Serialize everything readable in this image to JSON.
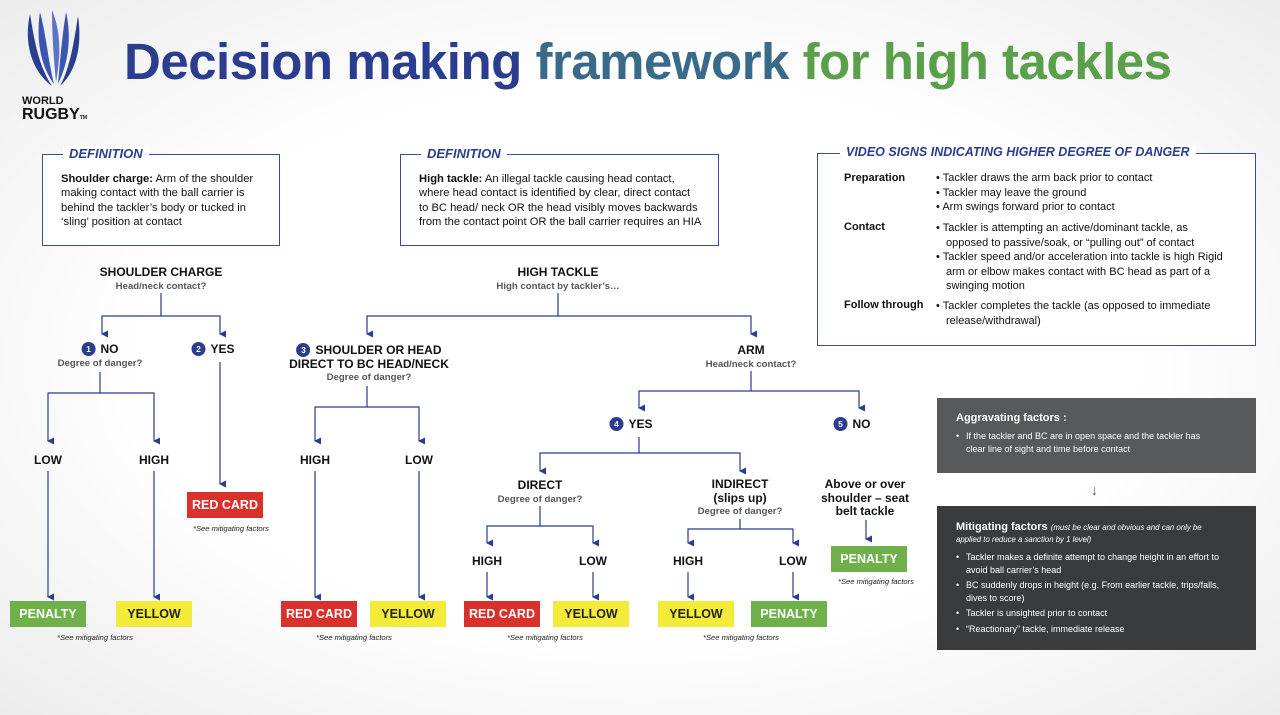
{
  "logo": {
    "line1": "WORLD",
    "line2": "RUGBY",
    "tm": "TM"
  },
  "title": {
    "part1": "Decision making",
    "part2": "framework",
    "part3": "for high tackles"
  },
  "def_left": {
    "heading": "DEFINITION",
    "term": "Shoulder charge:",
    "lines": [
      "Arm of the shoulder",
      "making contact with the ball carrier is",
      "behind the tackler’s  body or tucked in",
      "‘sling’ position at contact"
    ]
  },
  "def_mid": {
    "heading": "DEFINITION",
    "term": "High tackle:",
    "lines": [
      "An illegal tackle causing head contact,",
      "where head contact is identified by clear, direct contact",
      "to BC head/ neck OR the head visibly moves backwards",
      "from the contact point OR the ball carrier requires an HIA"
    ]
  },
  "video_signs": {
    "heading": "VIDEO SIGNS INDICATING HIGHER DEGREE OF DANGER",
    "preparation": {
      "label": "Preparation",
      "items": [
        "Tackler draws the arm back prior to contact",
        "Tackler may leave the ground",
        "Arm swings forward prior to contact"
      ]
    },
    "contact": {
      "label": "Contact",
      "items": [
        [
          "Tackler is attempting an active/dominant tackle, as",
          "opposed to passive/soak, or “pulling out” of contact"
        ],
        [
          "Tackler speed and/or acceleration into tackle is high Rigid",
          "arm or elbow makes contact with BC head as part of a",
          "swinging motion"
        ]
      ]
    },
    "follow": {
      "label": "Follow through",
      "items": [
        [
          "Tackler completes the tackle (as opposed to immediate",
          "release/withdrawal)"
        ]
      ]
    }
  },
  "shoulder_charge": {
    "title": "SHOULDER CHARGE",
    "question": "Head/neck contact?",
    "no": {
      "num": "1",
      "label": "NO",
      "question": "Degree of danger?"
    },
    "yes": {
      "num": "2",
      "label": "YES"
    },
    "low": "LOW",
    "high": "HIGH"
  },
  "high_tackle": {
    "title": "HIGH TACKLE",
    "question": "High contact by tackler’s…",
    "shoulder_head": {
      "num": "3",
      "line1": "SHOULDER OR HEAD",
      "line2": "DIRECT TO BC HEAD/NECK",
      "question": "Degree of danger?",
      "high": "HIGH",
      "low": "LOW"
    },
    "arm": {
      "label": "ARM",
      "question": "Head/neck contact?"
    },
    "arm_yes": {
      "num": "4",
      "label": "YES"
    },
    "arm_no": {
      "num": "5",
      "label": "NO"
    },
    "direct": {
      "label": "DIRECT",
      "question": "Degree of danger?",
      "high": "HIGH",
      "low": "LOW"
    },
    "indirect": {
      "line1": "INDIRECT",
      "line2": "(slips up)",
      "question": "Degree of danger?",
      "high": "HIGH",
      "low": "LOW"
    },
    "above": {
      "line1": "Above or over",
      "line2": "shoulder – seat",
      "line3": "belt tackle"
    }
  },
  "outcomes": {
    "o1": "PENALTY",
    "o2": "YELLOW",
    "o3": "RED CARD",
    "o4": "RED CARD",
    "o5": "YELLOW",
    "o6": "RED CARD",
    "o7": "YELLOW",
    "o8": "YELLOW",
    "o9": "PENALTY",
    "o10": "PENALTY"
  },
  "note": "*See mitigating factors",
  "aggravating": {
    "heading": "Aggravating factors :",
    "items": [
      [
        "If the tackler and BC are in open space and the tackler has",
        "clear line of sight and time before contact"
      ]
    ]
  },
  "arrow_down": "↓",
  "mitigating": {
    "heading": "Mitigating factors",
    "subline1": "(must be clear and obvious and can only be",
    "subline2": "applied to reduce a sanction by 1 level)",
    "items": [
      [
        "Tackler makes a definite attempt to change height in an effort to",
        "avoid ball carrier’s head"
      ],
      [
        "BC suddenly drops in height  (e.g. From earlier tackle, trips/falls,",
        "dives to score)"
      ],
      [
        "Tackler is unsighted  prior to contact"
      ],
      [
        "“Reactionary” tackle, immediate release"
      ]
    ]
  },
  "colors": {
    "navy": "#2a3d8f",
    "red": "#d9312b",
    "yellow": "#f3ea3a",
    "green": "#6fb04a",
    "dark": "#58595b",
    "darker": "#3a3b3d"
  }
}
